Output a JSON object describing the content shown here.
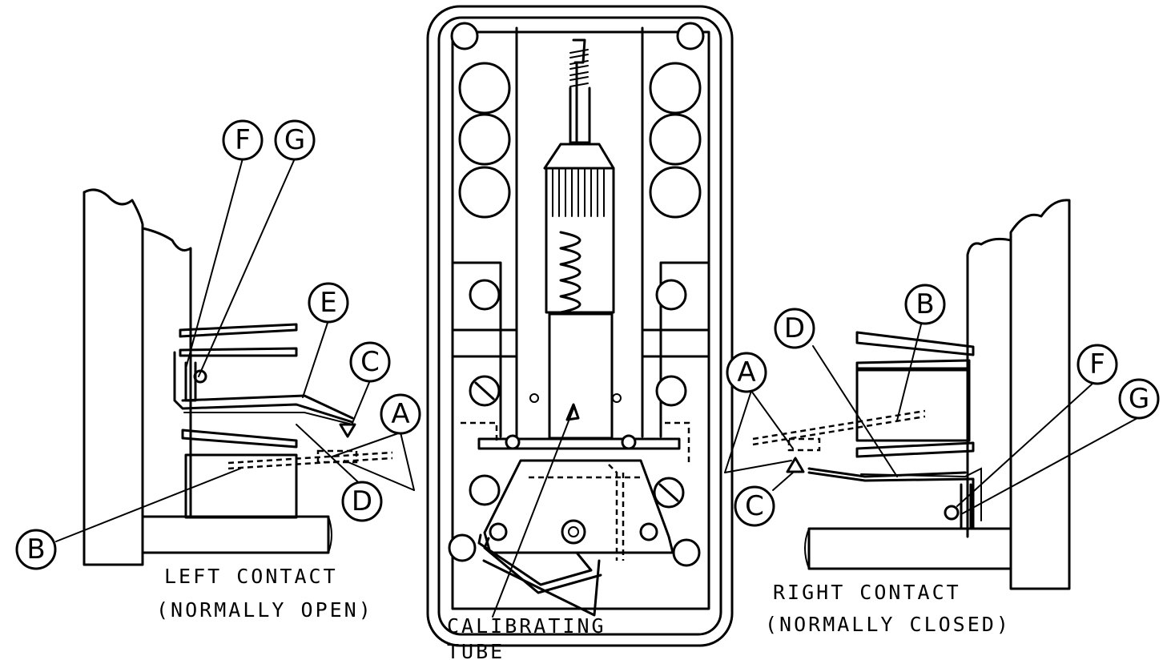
{
  "left_contact": {
    "title": "LEFT CONTACT",
    "subtitle": "(NORMALLY OPEN)",
    "labels": {
      "F": "F",
      "G": "G",
      "E": "E",
      "C": "C",
      "A": "A",
      "D": "D",
      "B": "B"
    }
  },
  "right_contact": {
    "title": "RIGHT CONTACT",
    "subtitle": "(NORMALLY CLOSED)",
    "labels": {
      "B": "B",
      "D": "D",
      "A": "A",
      "F": "F",
      "G": "G",
      "C": "C"
    }
  },
  "center": {
    "caption_line1": "CALIBRATING",
    "caption_line2": "TUBE"
  }
}
